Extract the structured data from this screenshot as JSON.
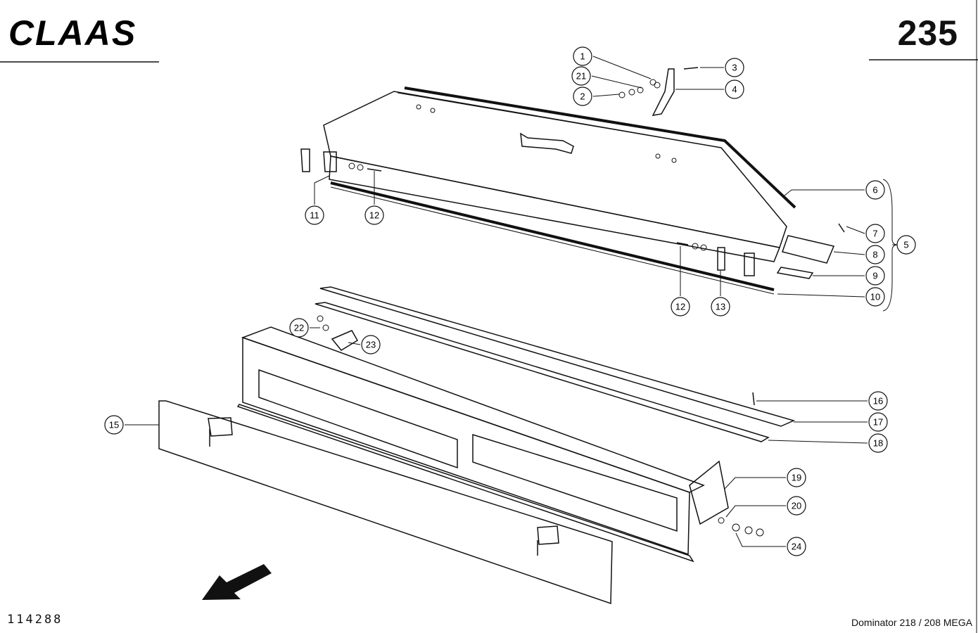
{
  "header": {
    "brand": "CLAAS",
    "page_number": "235"
  },
  "footer": {
    "drawing_number": "114288",
    "model": "Dominator 218 / 208 MEGA"
  },
  "callouts": [
    "1",
    "21",
    "2",
    "3",
    "4",
    "6",
    "7",
    "8",
    "9",
    "10",
    "11",
    "12",
    "5",
    "12",
    "13",
    "22",
    "23",
    "15",
    "16",
    "17",
    "18",
    "19",
    "20",
    "24"
  ]
}
